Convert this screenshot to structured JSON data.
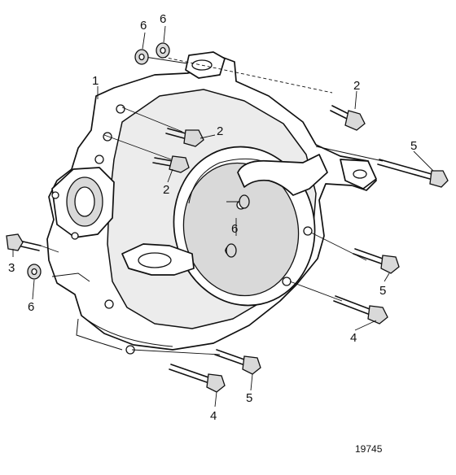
{
  "figure_id": "19745",
  "callouts": [
    {
      "label": "1"
    },
    {
      "label": "2"
    },
    {
      "label": "2"
    },
    {
      "label": "2"
    },
    {
      "label": "3"
    },
    {
      "label": "4"
    },
    {
      "label": "4"
    },
    {
      "label": "5"
    },
    {
      "label": "5"
    },
    {
      "label": "5"
    },
    {
      "label": "6"
    },
    {
      "label": "6"
    },
    {
      "label": "6"
    },
    {
      "label": "6"
    }
  ]
}
